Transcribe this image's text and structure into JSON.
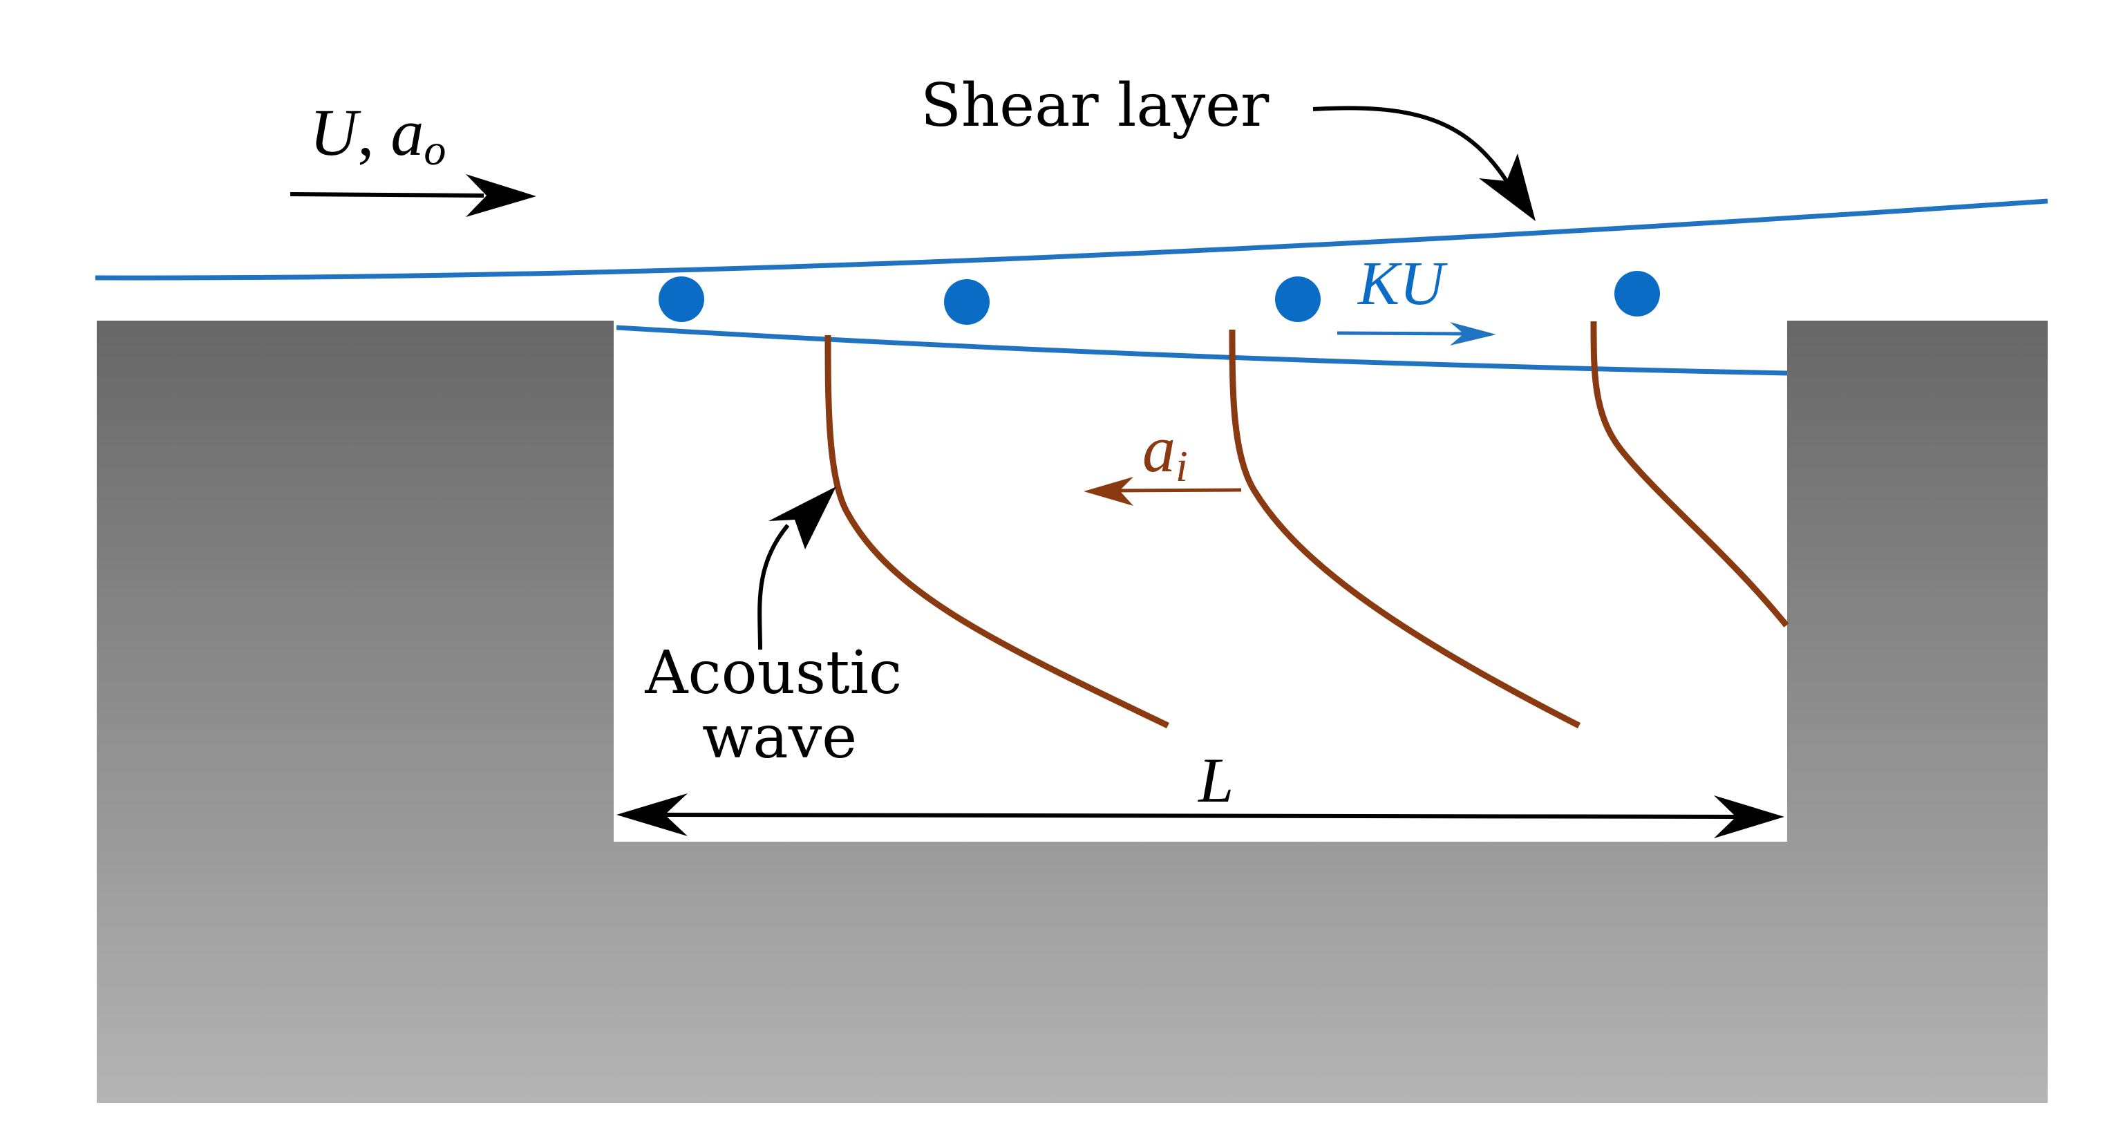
{
  "labels": {
    "inflow_u": "U",
    "inflow_sep": ", ",
    "inflow_a": "a",
    "inflow_a_sub": "o",
    "shear_layer": "Shear layer",
    "convective_speed": "KU",
    "internal_a": "a",
    "internal_a_sub": "i",
    "acoustic_line1": "Acoustic",
    "acoustic_line2": "wave",
    "cavity_length": "L"
  },
  "colors": {
    "shear_layer": "#1f73c0",
    "vortex": "#0a6cc4",
    "acoustic_wave": "#8a3a10",
    "annotation": "#000000",
    "wall_top": "#676767",
    "wall_bottom": "#b4b4b4"
  }
}
